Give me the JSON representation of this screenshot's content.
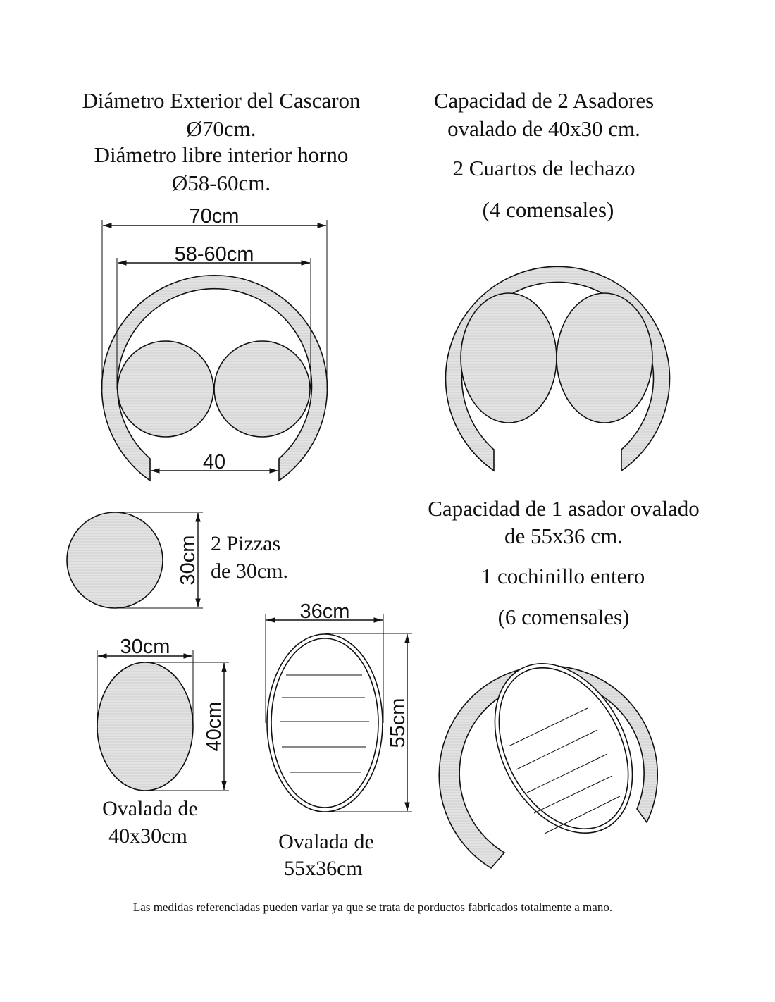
{
  "texts": {
    "main_heading_1": "Diámetro Exterior del Cascaron",
    "main_heading_2": "Ø70cm.",
    "main_heading_3": "Diámetro libre interior horno",
    "main_heading_4": "Ø58-60cm.",
    "cap2_line1": "Capacidad de 2 Asadores",
    "cap2_line2": "ovalado de  40x30 cm.",
    "cap2_line3": "2 Cuartos de lechazo",
    "cap2_line4": "(4 comensales)",
    "cap1_line1": "Capacidad de 1 asador ovalado",
    "cap1_line2": "de 55x36 cm.",
    "cap1_line3": "1 cochinillo entero",
    "cap1_line4": "(6 comensales)",
    "pizza_line1": "2 Pizzas",
    "pizza_line2": "de 30cm.",
    "oval_small_line1": "Ovalada de",
    "oval_small_line2": "40x30cm",
    "oval_large_line1": "Ovalada de",
    "oval_large_line2": "55x36cm",
    "footer_note": "Las medidas referenciadas pueden variar ya que se trata de porductos fabricados totalmente a mano."
  },
  "dimensions": {
    "outer": "70cm",
    "inner": "58-60cm",
    "mouth": "40",
    "pizza": "30cm",
    "oval_small_width": "30cm",
    "oval_small_height": "40cm",
    "oval_large_width": "36cm",
    "oval_large_height": "55cm"
  },
  "colors": {
    "line": "#111111",
    "fill_metal": "#d9d9d9",
    "background": "#ffffff"
  }
}
